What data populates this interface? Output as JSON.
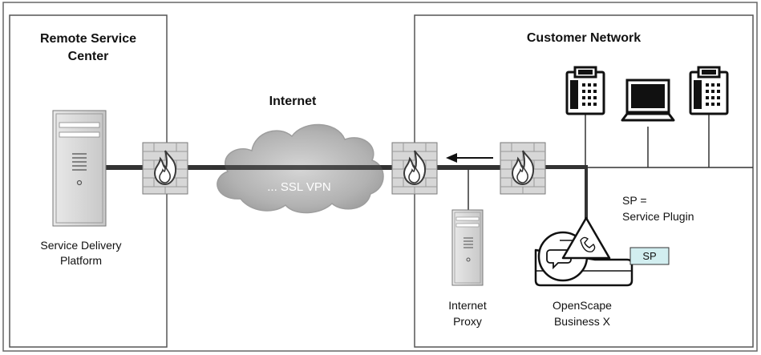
{
  "remote_box": {
    "title_line1": "Remote Service",
    "title_line2": "Center"
  },
  "customer_box": {
    "title": "Customer Network"
  },
  "internet": {
    "title": "Internet",
    "vpn_label": "... SSL VPN"
  },
  "server_left": {
    "label_line1": "Service Delivery",
    "label_line2": "Platform"
  },
  "proxy": {
    "label_line1": "Internet",
    "label_line2": "Proxy"
  },
  "openscape": {
    "label_line1": "OpenScape",
    "label_line2": "Business X"
  },
  "sp_box": {
    "label": "SP"
  },
  "sp_note": {
    "line1": "SP =",
    "line2": "Service Plugin"
  },
  "colors": {
    "border": "#555555",
    "line": "#333333",
    "cloud": "#a8a8a8",
    "sp_fill": "#d2eef0",
    "wall": "#dcdcdc",
    "flame": "#444444"
  },
  "icons": [
    "server-icon",
    "firewall-icon",
    "cloud-icon",
    "phone-icon",
    "laptop-icon",
    "openscape-device-icon",
    "arrow-left-icon"
  ]
}
